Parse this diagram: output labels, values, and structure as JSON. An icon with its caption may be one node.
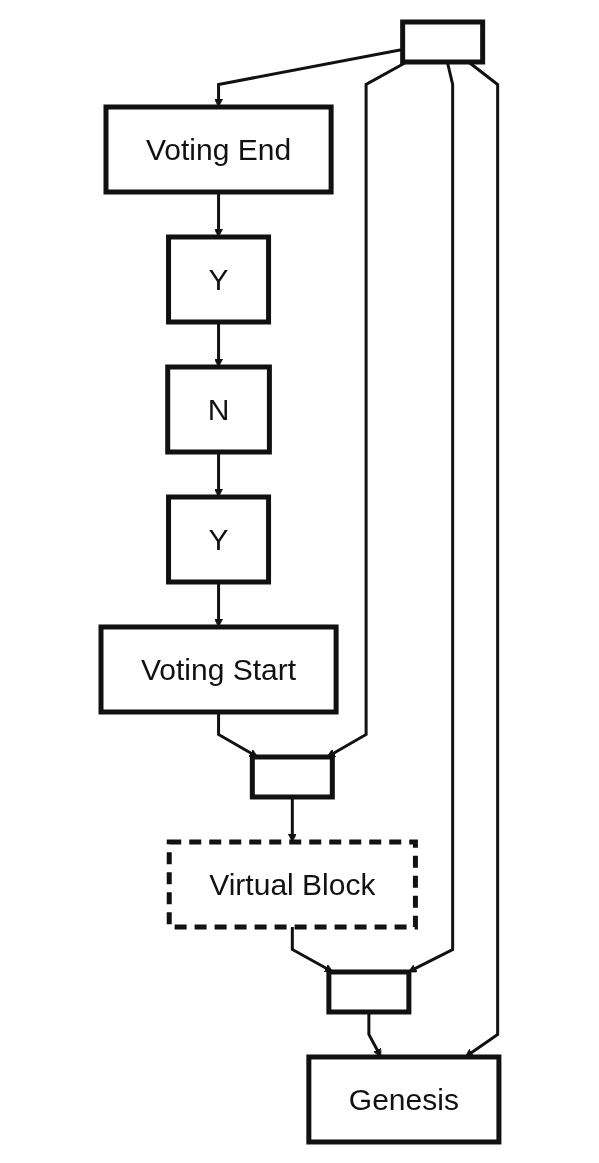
{
  "diagram": {
    "nodes": [
      {
        "text": [
          "Voting End"
        ]
      },
      {
        "text": [
          "Y"
        ]
      },
      {
        "text": [
          "N"
        ]
      },
      {
        "text": [
          "Y"
        ]
      },
      {
        "text": [
          "Voting Start"
        ]
      },
      {
        "text": [],
        "shape": "box"
      },
      {
        "text": [
          "Virtual Block"
        ]
      },
      {
        "text": [],
        "shape": "box"
      },
      {
        "text": [],
        "shape": "box"
      },
      {
        "text": [
          "Genesis"
        ]
      }
    ],
    "edges": [
      {
        "from": 0,
        "to": 1,
        "arrow": "to"
      },
      {
        "from": 1,
        "to": 2,
        "arrow": "to"
      },
      {
        "from": 2,
        "to": 3,
        "arrow": "to"
      },
      {
        "from": 3,
        "to": 4,
        "arrow": "to"
      },
      {
        "from": 4,
        "to": 5,
        "arrow": "to"
      },
      {
        "from": 5,
        "to": 6,
        "arrow": "to"
      },
      {
        "from": 6,
        "to": 7,
        "arrow": "to"
      },
      {
        "from": 8,
        "to": 0,
        "arrow": "to"
      },
      {
        "from": 8,
        "to": 5,
        "arrow": "to"
      },
      {
        "from": 8,
        "to": 7,
        "arrow": "to"
      },
      {
        "from": 7,
        "to": 9,
        "arrow": "to"
      },
      {
        "from": 8,
        "to": 9,
        "arrow": "to"
      }
    ]
  }
}
